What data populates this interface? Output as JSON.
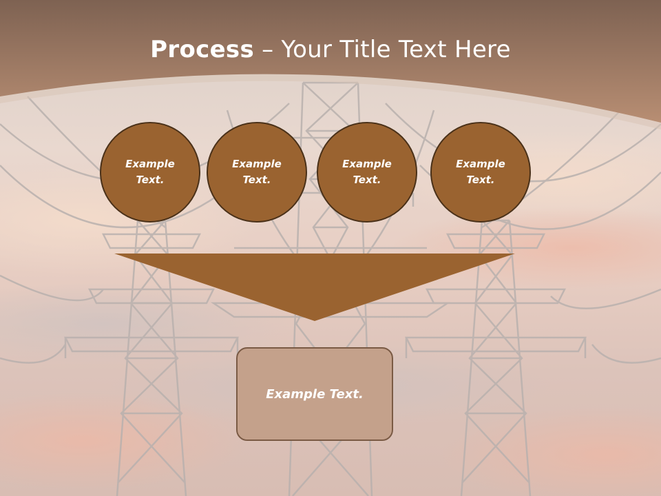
{
  "slide": {
    "title_bold": "Process",
    "title_rest": " – Your Title Text Here"
  },
  "steps": [
    {
      "label": "Example Text."
    },
    {
      "label": "Example Text."
    },
    {
      "label": "Example Text."
    },
    {
      "label": "Example Text."
    }
  ],
  "result": {
    "label": "Example Text."
  },
  "colors": {
    "header_band": "#a9836b",
    "circle_fill": "#9a6330",
    "circle_border": "#4a3119",
    "funnel_fill": "#9a6330",
    "result_fill": "#c4a18b",
    "result_border": "#7a5a44"
  }
}
